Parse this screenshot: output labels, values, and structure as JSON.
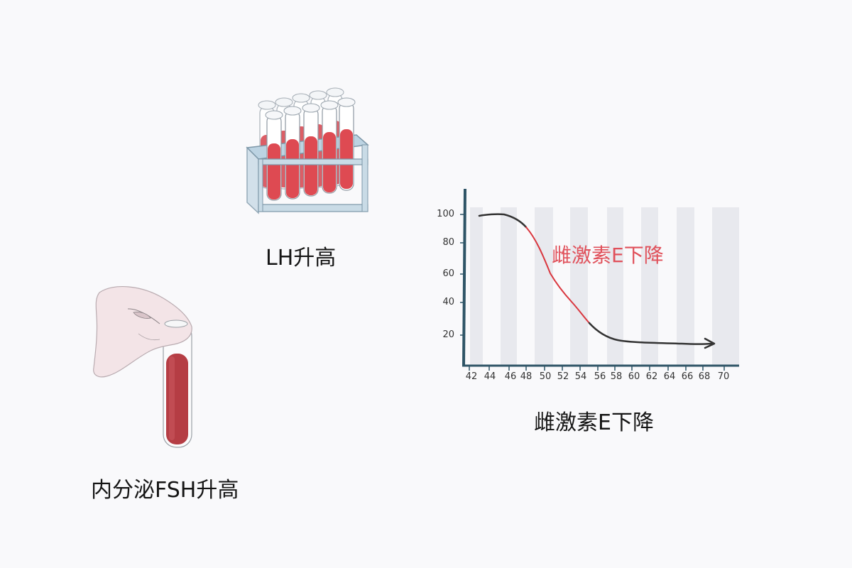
{
  "labels": {
    "lh": "LH升高",
    "fsh": "内分泌FSH升高",
    "estrogen": "雌激素E下降"
  },
  "illustrations": {
    "test_tube_rack": "test-tube-rack-illustration",
    "hand_with_tube": "hand-holding-test-tube-illustration"
  },
  "colors": {
    "background": "#f9f9fb",
    "blood_red": "#d8434d",
    "dark_blood": "#b03a40",
    "axis": "#2e5466",
    "stripe": "#e8e9ee",
    "annotation": "#e0505a",
    "curve_dark": "#333333"
  },
  "chart_data": {
    "type": "line",
    "title": "",
    "annotation": "雌激素E下降",
    "caption": "雌激素E下降",
    "xlabel": "",
    "ylabel": "",
    "x_ticks": [
      "42",
      "44",
      "46",
      "48",
      "50",
      "52",
      "54",
      "56",
      "58",
      "60",
      "62",
      "64",
      "66",
      "68",
      "70"
    ],
    "y_ticks": [
      "100",
      "80",
      "60",
      "40",
      "20"
    ],
    "xlim": [
      42,
      70
    ],
    "ylim": [
      0,
      110
    ],
    "grid": "vertical bands",
    "series": [
      {
        "name": "雌激素E",
        "x": [
          43,
          44,
          45,
          46,
          47,
          48,
          49,
          50,
          51,
          52,
          53,
          54,
          55,
          56,
          58,
          60,
          62,
          64,
          66,
          68,
          69
        ],
        "values": [
          99,
          100,
          100,
          100,
          97,
          92,
          82,
          70,
          58,
          50,
          43,
          36,
          28,
          22,
          18,
          16,
          16,
          16,
          15,
          15,
          15
        ]
      }
    ]
  }
}
